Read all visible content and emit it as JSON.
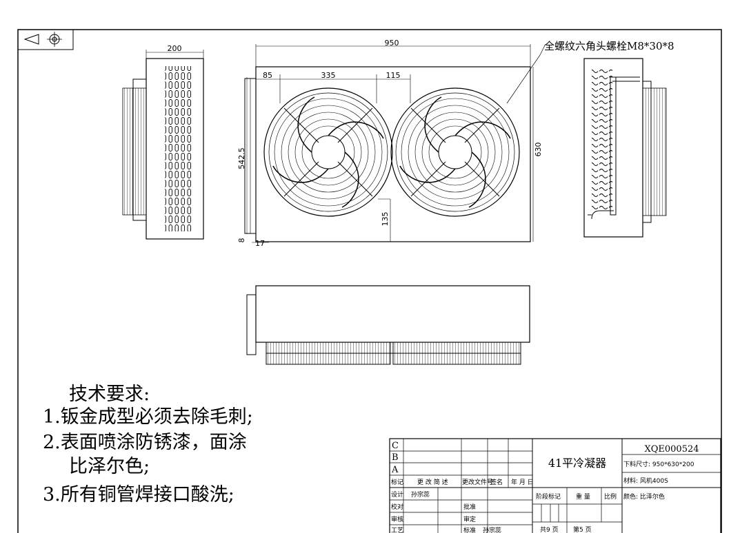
{
  "callout": {
    "bolt_label": "全螺纹六角头螺栓M8*30*8"
  },
  "dimensions": {
    "side_width": "200",
    "overall_width": "950",
    "left_offset": "85",
    "fan_spacing": "335",
    "right_offset": "115",
    "height": "542.5",
    "total_height": "630",
    "bottom_offset": "135",
    "foot_height": "8",
    "foot_width": "17"
  },
  "requirements": {
    "title": "技术要求:",
    "item1": "1.钣金成型必须去除毛刺;",
    "item2a": "2.表面喷涂防锈漆，面涂",
    "item2b": "比泽尔色;",
    "item3": "3.所有铜管焊接口酸洗;"
  },
  "title_block": {
    "rev_c": "C",
    "rev_b": "B",
    "rev_a": "A",
    "mark": "标记",
    "change_area": "更 改 简 述",
    "change_doc": "更改文件号",
    "signature": "签名",
    "date": "年 月 日",
    "design": "设计",
    "designer": "孙宗蕊",
    "proofread": "校对",
    "approve": "批准",
    "review": "审核",
    "audit": "审定",
    "process": "工艺",
    "standard": "标准",
    "standard_name": "孙宗蕊",
    "product_name": "41平冷凝器",
    "drawing_no": "XQE000524",
    "cut_size": "下料尺寸: 950*630*200",
    "material": "材料: 风机400S",
    "color": "颜色: 比泽尔色",
    "stage_mark": "阶段标记",
    "weight": "重 量",
    "scale": "比例",
    "sheets_total": "共9 页",
    "sheet_no": "第5 页"
  }
}
